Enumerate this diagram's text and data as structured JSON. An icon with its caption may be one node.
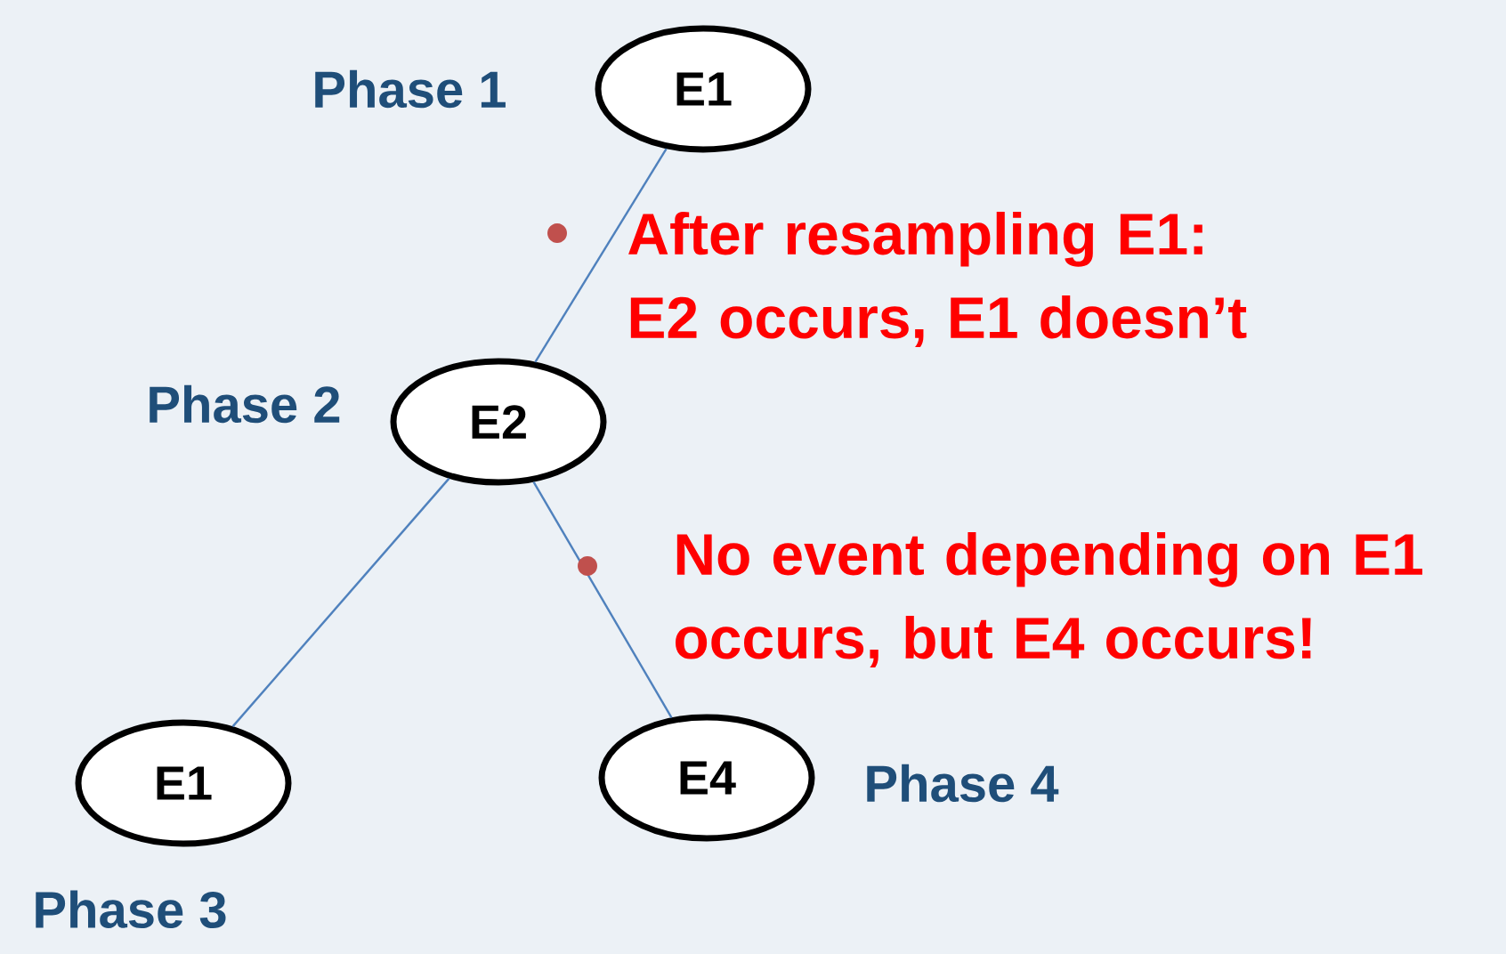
{
  "diagram": {
    "nodes": [
      {
        "text": [
          "E1"
        ],
        "beside": [
          "Phase 1"
        ]
      },
      {
        "text": [
          "E2"
        ],
        "beside": [
          "Phase 2"
        ]
      },
      {
        "text": [
          "E1"
        ],
        "beside": [
          "Phase 3"
        ]
      },
      {
        "text": [
          "E4"
        ],
        "beside": [
          "Phase 4"
        ]
      }
    ],
    "edges": [
      {
        "from": 0,
        "to": 1,
        "arrow": "none",
        "label": "After resampling E1: E2 occurs, E1 doesn’t"
      },
      {
        "from": 1,
        "to": 2,
        "arrow": "none"
      },
      {
        "from": 1,
        "to": 3,
        "arrow": "none",
        "label": "No event depending on E1 occurs, but E4 occurs!"
      }
    ]
  }
}
